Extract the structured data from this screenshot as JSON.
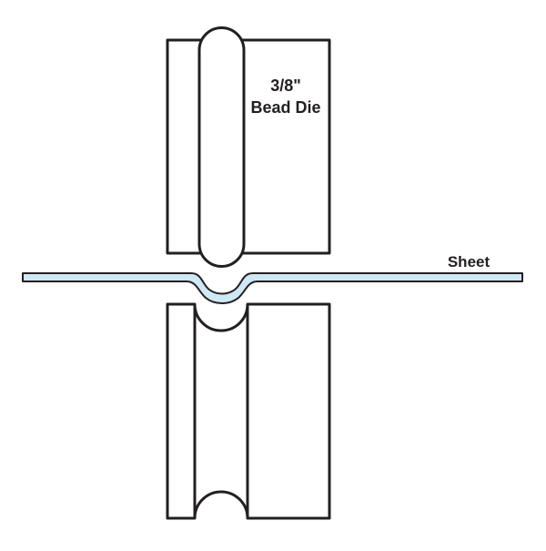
{
  "labels": {
    "die_line1": "3/8\"",
    "die_line2": "Bead Die",
    "sheet": "Sheet"
  },
  "colors": {
    "stroke": "#231f20",
    "sheet_fill": "#cfe8f6",
    "background": "#ffffff"
  }
}
